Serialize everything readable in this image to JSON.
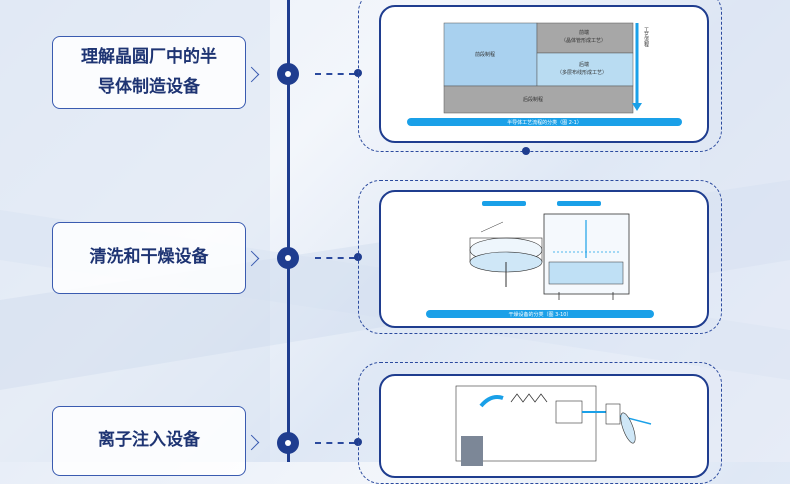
{
  "items": [
    {
      "label_line1": "理解晶圆厂中的半",
      "label_line2": "导体制造设备"
    },
    {
      "label_line1": "清洗和干燥设备"
    },
    {
      "label_line1": "离子注入设备"
    }
  ],
  "card1": {
    "cells": {
      "left": "前段制程",
      "top_right_line1": "前端",
      "top_right_line2": "（晶体管形成工艺）",
      "mid_right_line1": "后端",
      "mid_right_line2": "（多层布线形成工艺）",
      "bottom": "后段制程"
    },
    "side_label": "工艺流程",
    "caption": "半导体工艺流程的分类（图 2-1）"
  },
  "card2": {
    "caption": "干燥设备的分类（图 3-10）"
  },
  "colors": {
    "line": "#1f3d8f",
    "accent": "#1aa0e8",
    "label_text": "#1e3473"
  }
}
